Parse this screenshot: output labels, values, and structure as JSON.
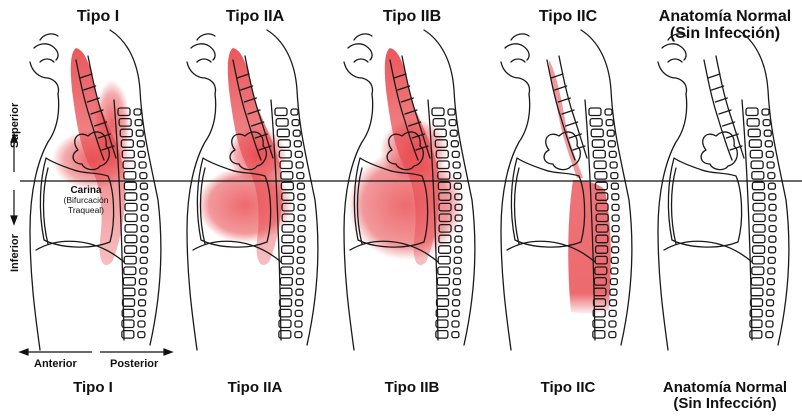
{
  "panels": [
    {
      "title": "Tipo I",
      "subtitle": "",
      "bottom_label": "Tipo I",
      "bottom_sub": "",
      "infection": "upper"
    },
    {
      "title": "Tipo IIA",
      "subtitle": "",
      "bottom_label": "Tipo IIA",
      "bottom_sub": "",
      "infection": "iia"
    },
    {
      "title": "Tipo IIB",
      "subtitle": "",
      "bottom_label": "Tipo IIB",
      "bottom_sub": "",
      "infection": "iib"
    },
    {
      "title": "Tipo IIC",
      "subtitle": "",
      "bottom_label": "Tipo IIC",
      "bottom_sub": "",
      "infection": "iic"
    },
    {
      "title": "Anatomía Normal",
      "subtitle": "(Sin Infección)",
      "bottom_label": "Anatomía Normal",
      "bottom_sub": "(Sin Infección)",
      "infection": "none"
    }
  ],
  "axis": {
    "superior": "Superior",
    "inferior": "Inferior",
    "anterior": "Anterior",
    "posterior": "Posterior"
  },
  "carina": {
    "name": "Carina",
    "detail_line1": "(Bifurcación",
    "detail_line2": "Traqueal)"
  },
  "colors": {
    "infection": "#e8454a",
    "outline": "#1a1a1a",
    "reference_line": "#111111"
  }
}
